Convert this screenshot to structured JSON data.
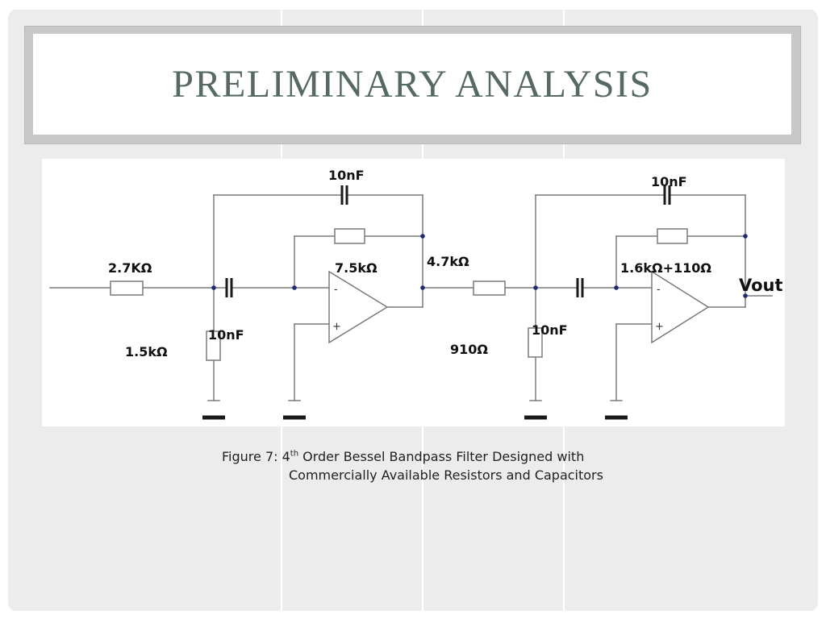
{
  "slide": {
    "title": "PRELIMINARY ANALYSIS"
  },
  "circuit": {
    "stage1": {
      "input_resistor": "2.7KΩ",
      "shunt_resistor": "1.5kΩ",
      "series_capacitor": "10nF",
      "feedback_capacitor": "10nF",
      "feedback_resistor": "7.5kΩ"
    },
    "stage2": {
      "input_resistor": "4.7kΩ",
      "shunt_resistor": "910Ω",
      "series_capacitor": "10nF",
      "feedback_capacitor": "10nF",
      "feedback_resistor": "1.6kΩ+110Ω"
    },
    "output_label": "Vout",
    "opamp_minus": "-",
    "opamp_plus": "+"
  },
  "caption": {
    "prefix": "Figure 7: 4",
    "superscript": "th",
    "line1_rest": " Order Bessel Bandpass Filter Designed with",
    "line2": "Commercially Available Resistors and Capacitors"
  }
}
